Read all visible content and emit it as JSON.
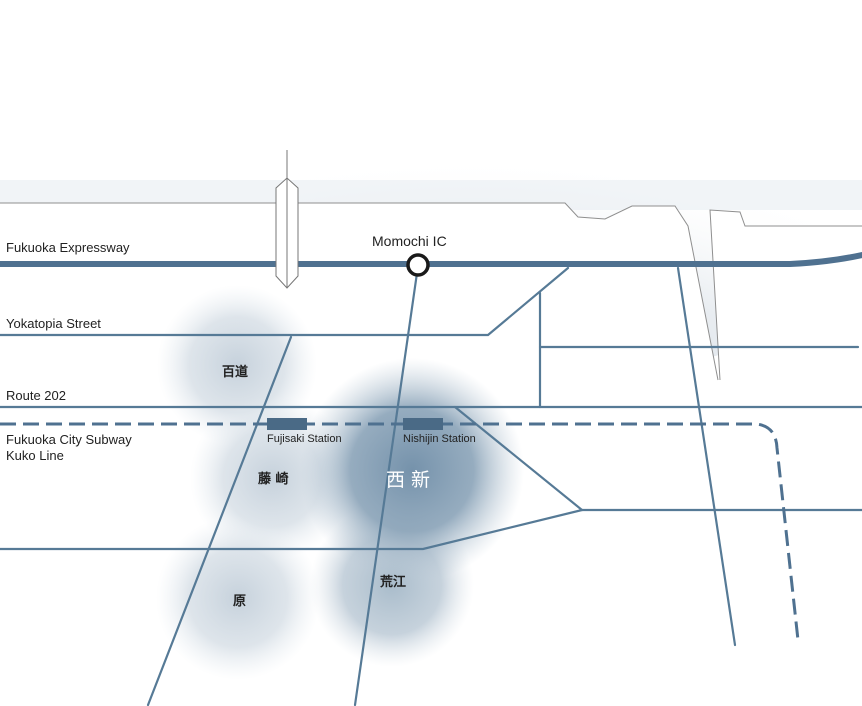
{
  "map": {
    "roads": {
      "expressway": "Fukuoka Expressway",
      "yokatopia": "Yokatopia Street",
      "route202": "Route 202",
      "subway_line1": "Fukuoka City Subway",
      "subway_line2": "Kuko Line"
    },
    "interchange": "Momochi IC",
    "stations": {
      "fujisaki": "Fujisaki Station",
      "nishijin": "Nishijin Station"
    },
    "areas": {
      "momochi": "百道",
      "fujisaki": "藤 崎",
      "nishijin": "西 新",
      "arae": "荒江",
      "hara": "原"
    },
    "colors": {
      "road": "#567a96",
      "expressway": "#4f7190",
      "station_marker": "#4a6a86",
      "area_highlight": "#6a8aa6",
      "area_faint": "#c6d1dc",
      "landmass_outline": "#909090"
    }
  }
}
